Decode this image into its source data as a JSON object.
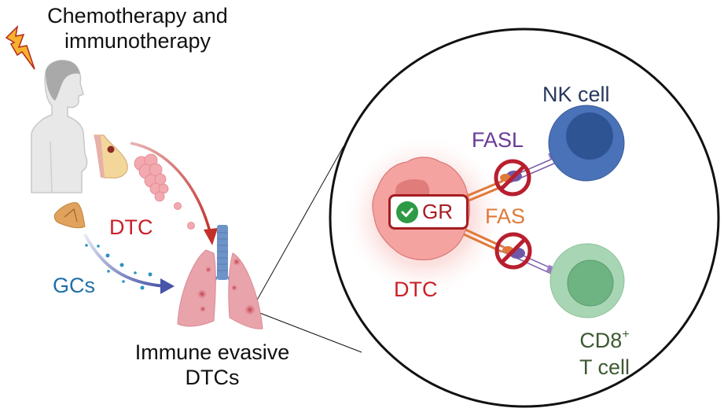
{
  "left_panel": {
    "title": "Chemotherapy and immunotherapy",
    "dtc_label": "DTC",
    "gcs_label": "GCs",
    "result_label_line1": "Immune evasive",
    "result_label_line2": "DTCs",
    "icons": [
      "lightning-bolt-icon",
      "patient-silhouette",
      "breast-tumor-icon",
      "tumor-cluster-icon",
      "adrenal-gland-icon",
      "lungs-icon"
    ]
  },
  "zoom_panel": {
    "nk_label": "NK cell",
    "fasl_label": "FASL",
    "fas_label": "FAS",
    "gr_label": "GR",
    "dtc_label": "DTC",
    "cd8_label": "CD8",
    "cd8_superscript": "+",
    "tcell_label": "T cell",
    "blocked_interactions": 2
  },
  "colors": {
    "dtc_red": "#cc1f26",
    "gcs_blue": "#1f6fa8",
    "nk_blue": "#4a72b8",
    "nk_text": "#27375e",
    "fasl_purple": "#6a3a96",
    "fas_orange": "#e07a3a",
    "tcell_green": "#9fd0ac",
    "tcell_text": "#3d5a33",
    "gr_border": "#a61d22",
    "check_green": "#2f9a45",
    "lung_pink": "#e9a3ab",
    "trachea_blue": "#6d93c8"
  }
}
